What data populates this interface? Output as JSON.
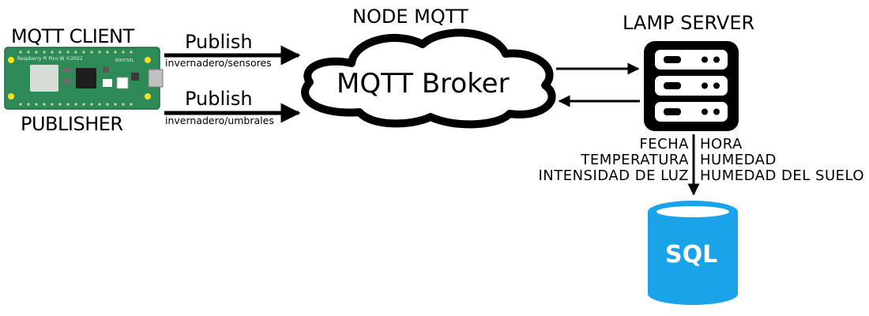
{
  "client": {
    "title": "MQTT CLIENT",
    "role": "PUBLISHER",
    "board_text_1": "Raspberry Pi Pico W ©2022",
    "board_text_2": "BOOTSEL"
  },
  "publish": [
    {
      "label": "Publish",
      "topic": "invernadero/sensores"
    },
    {
      "label": "Publish",
      "topic": "invernadero/umbrales"
    }
  ],
  "broker": {
    "node_title": "NODE MQTT",
    "name": "MQTT Broker"
  },
  "server": {
    "title": "LAMP  SERVER"
  },
  "fields": {
    "left": [
      "FECHA",
      "TEMPERATURA",
      "INTENSIDAD DE LUZ"
    ],
    "right": [
      "HORA",
      "HUMEDAD",
      "HUMEDAD DEL SUELO"
    ]
  },
  "database": {
    "label": "SQL",
    "color": "#1aa3e8"
  },
  "colors": {
    "board_green": "#2e8b57",
    "pad_yellow": "#f5e31a"
  }
}
